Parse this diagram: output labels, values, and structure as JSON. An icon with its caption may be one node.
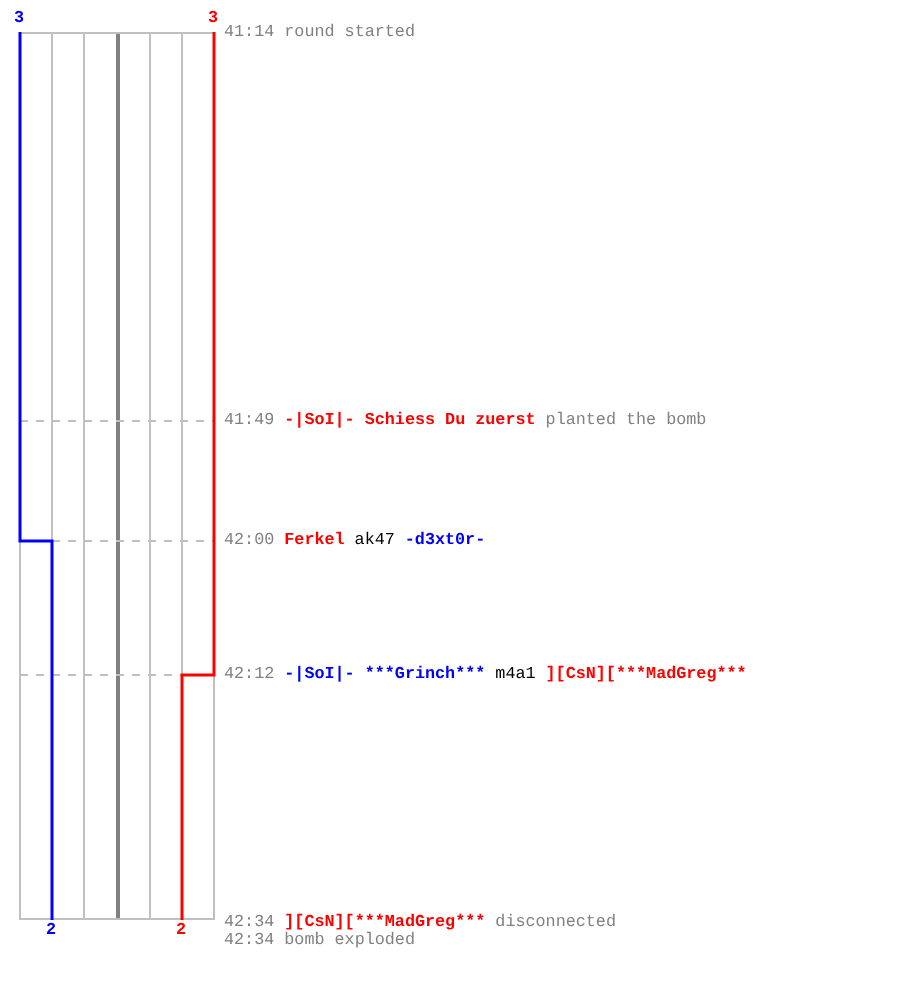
{
  "diagram": {
    "labels": [
      "3",
      "3",
      "41:14",
      "round started",
      "41:49",
      "-|SoI|- Schiess Du zuerst",
      "planted the bomb",
      "42:00",
      "Ferkel",
      "ak47",
      "-d3xt0r-",
      "42:12",
      "-|SoI|- ***Grinch***",
      "m4a1",
      "][CsN][***MadGreg***",
      "42:34",
      "][CsN][***MadGreg***",
      "disconnected",
      "2",
      "2",
      "42:34",
      "bomb exploded"
    ]
  }
}
